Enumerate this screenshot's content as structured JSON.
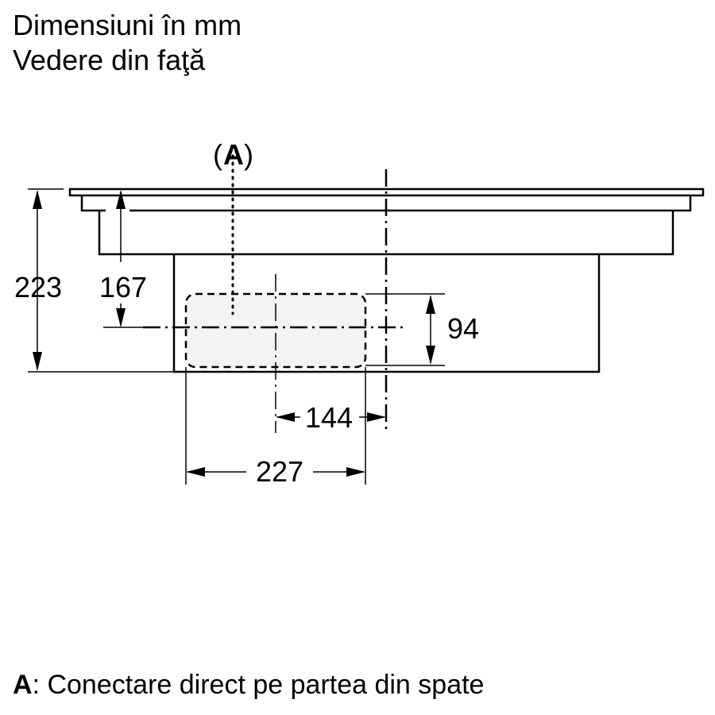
{
  "header": {
    "line1": "Dimensiuni în mm",
    "line2": "Vedere din faţă"
  },
  "diagram": {
    "callout_label": "A",
    "dimensions": {
      "total_height": "223",
      "top_to_center": "167",
      "connector_height": "94",
      "center_offset": "144",
      "connector_width": "227"
    }
  },
  "legend": {
    "key": "A",
    "text": ": Conectare direct pe partea din spate"
  }
}
